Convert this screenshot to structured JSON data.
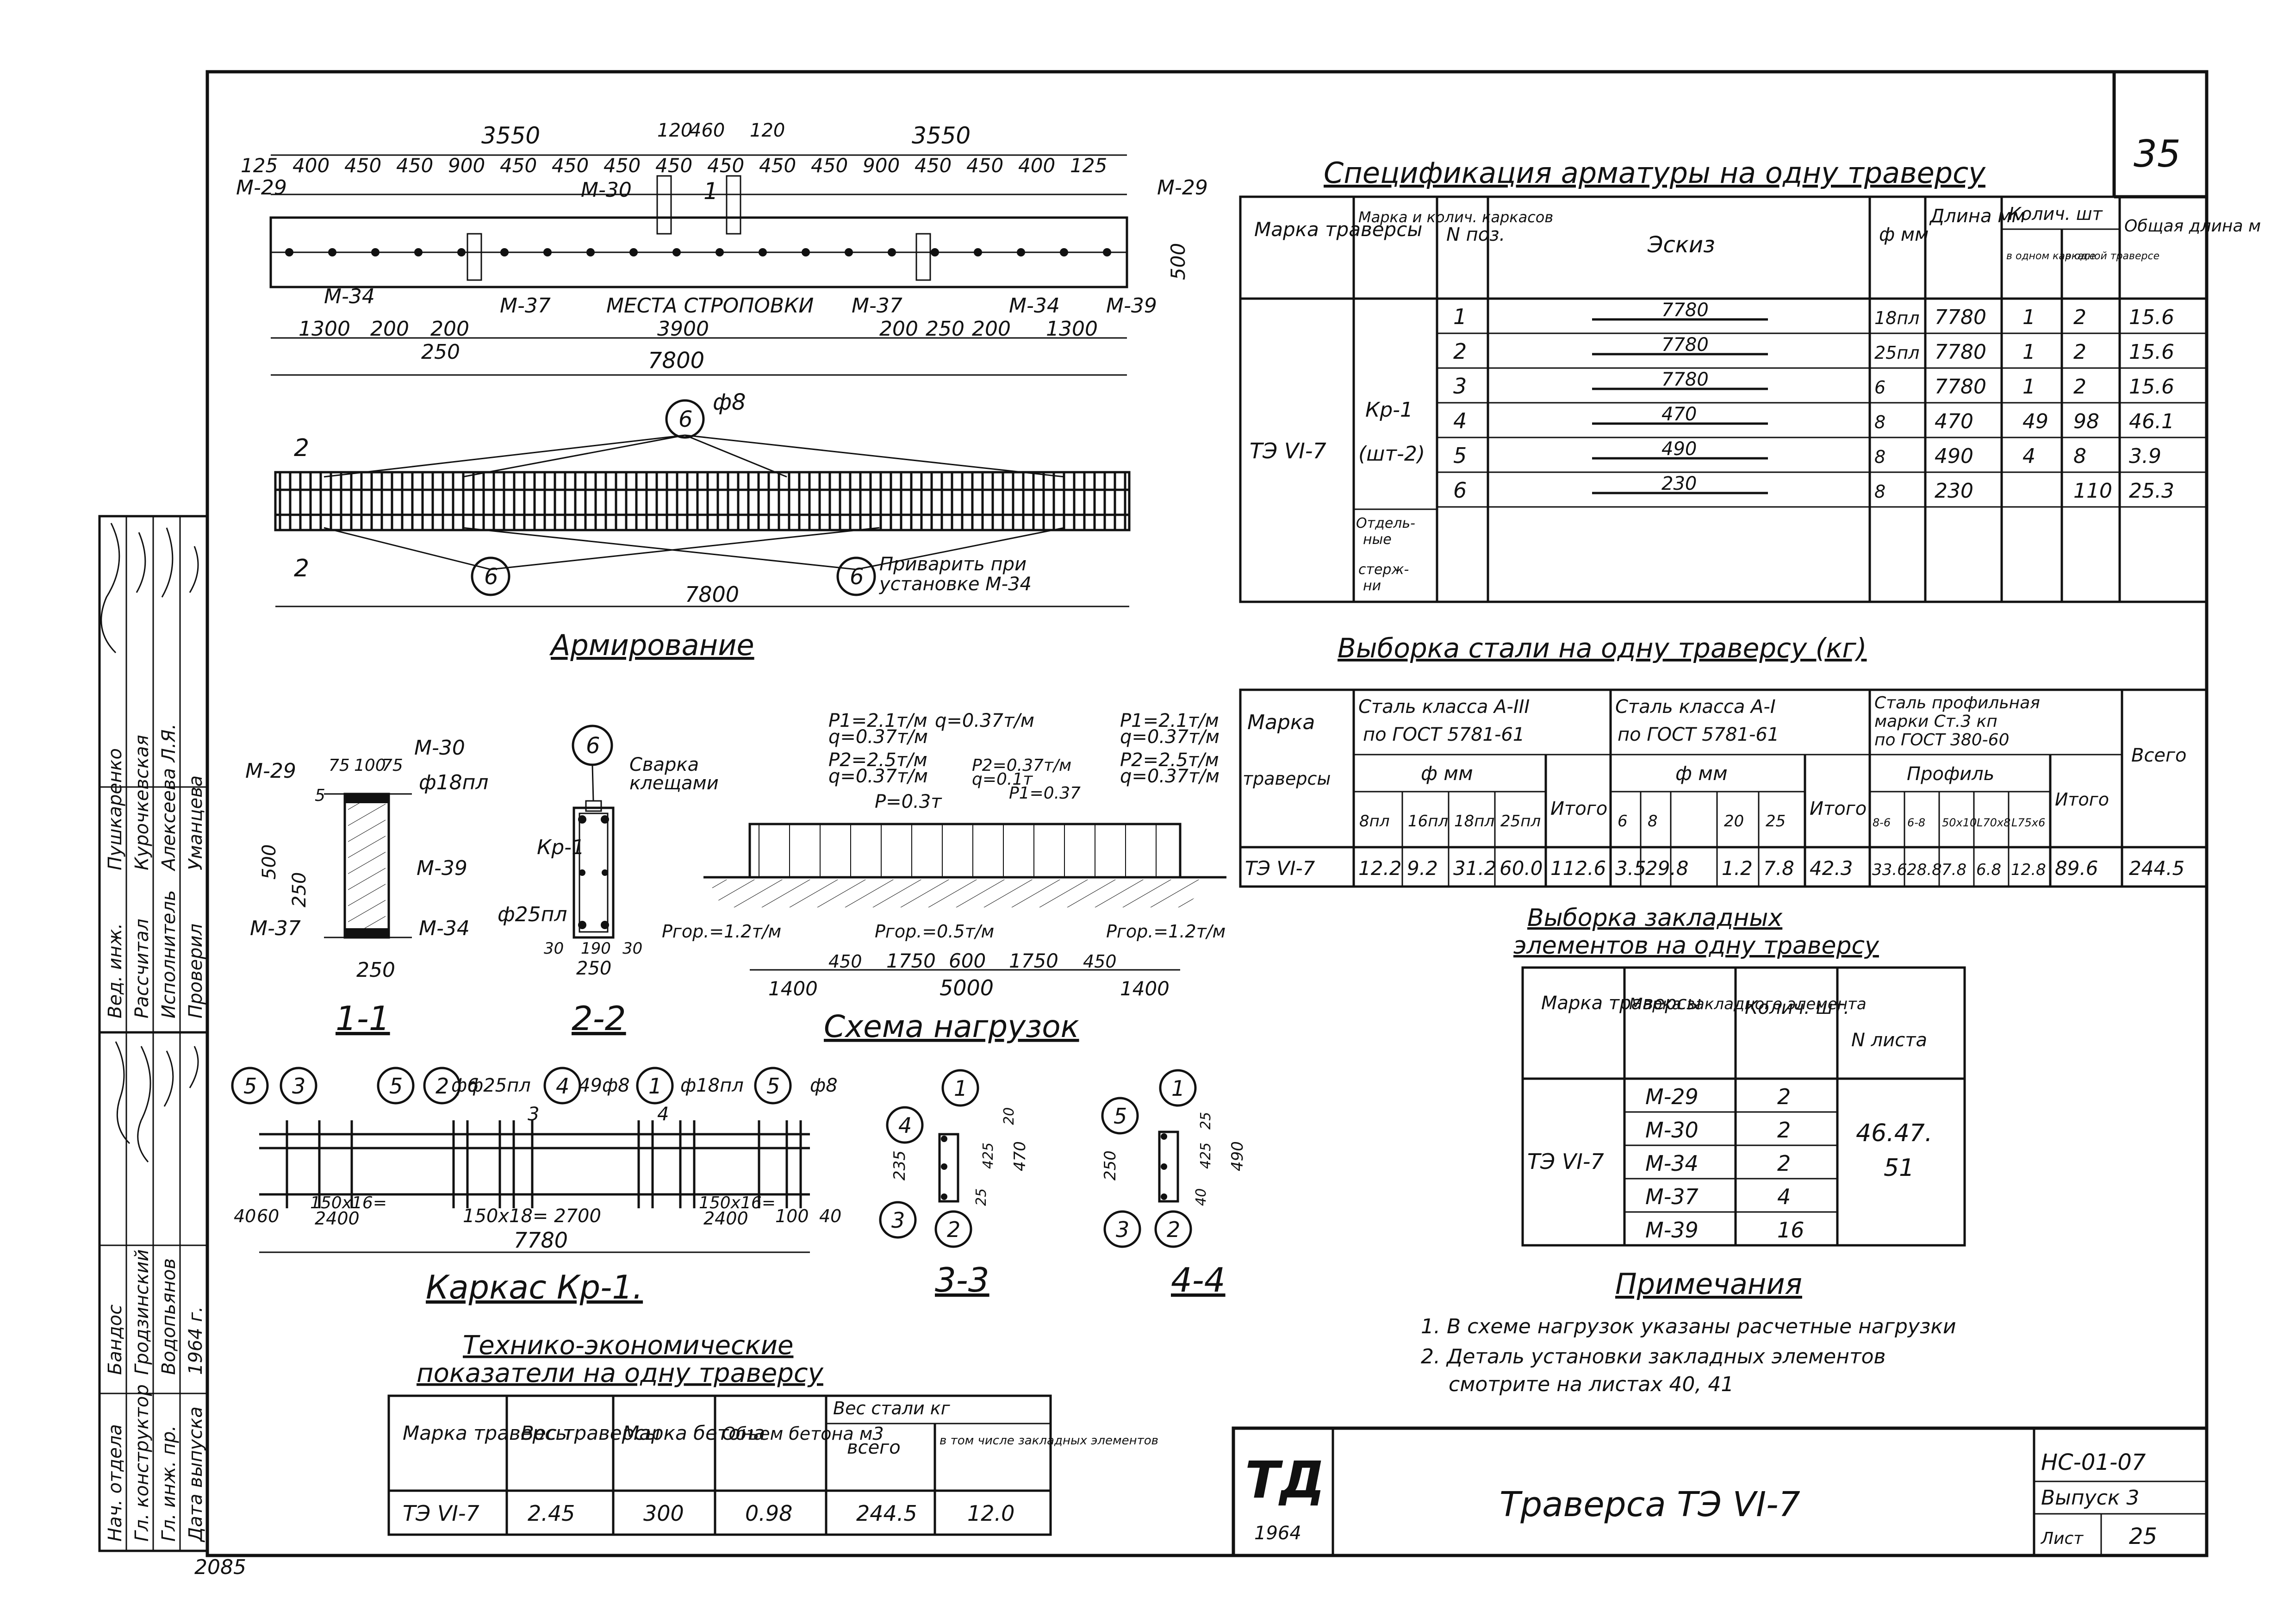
{
  "sheet_number": "35",
  "left_stamp": {
    "rows": [
      {
        "role": "Нач. отдела",
        "name": "Бандос"
      },
      {
        "role": "Гл. конструктор",
        "name": "Гродзинский"
      },
      {
        "role": "Гл. инж. пр.",
        "name": "Водопьянов"
      },
      {
        "role": "Дата выпуска",
        "name": "1964 г."
      },
      {
        "role": "Вед. инж.",
        "name": "Пушкаренко"
      },
      {
        "role": "Рассчитал",
        "name": "Курочкевская"
      },
      {
        "role": "Исполнитель",
        "name": "Алексеева Л.Я."
      },
      {
        "role": "Проверил",
        "name": "Уманцева"
      }
    ],
    "page_code": "2085"
  },
  "plan_view": {
    "dims_top_left": "3550",
    "dims_top_mid": [
      "120",
      "460",
      "120"
    ],
    "dims_top_right": "3550",
    "dims_row": [
      "125",
      "400",
      "450",
      "450",
      "900",
      "450",
      "450",
      "450",
      "450",
      "450",
      "450",
      "450",
      "900",
      "450",
      "450",
      "400",
      "125"
    ],
    "labels": [
      "М-29",
      "М-30",
      "М-29",
      "М-34",
      "М-37",
      "МЕСТА СТРОПОВКИ",
      "М-37",
      "М-34",
      "М-39"
    ],
    "section_mark": "1",
    "bottom_dims": [
      "1300",
      "200",
      "200",
      "250",
      "3900",
      "200",
      "250",
      "200",
      "1300"
    ],
    "height_dim": "500",
    "total": "7800"
  },
  "reinforcement": {
    "title": "Армирование",
    "bar_label": "ф8",
    "pos_6": "6",
    "note": [
      "Приварить при",
      "установке М-34"
    ],
    "section_mark": "2",
    "total": "7800"
  },
  "section_1_1": {
    "label": "1-1",
    "marks": [
      "М-29",
      "М-30",
      "М-39",
      "М-37",
      "М-34"
    ],
    "bars": [
      "ф18пл",
      "ф25пл"
    ],
    "dims": [
      "75",
      "100",
      "75",
      "5",
      "500",
      "250",
      "250"
    ]
  },
  "section_2_2": {
    "label": "2-2",
    "pos": "6",
    "marks": [
      "Кр-1"
    ],
    "weld": [
      "Сварка",
      "клещами"
    ],
    "dims": [
      "30",
      "190",
      "30",
      "250"
    ]
  },
  "load_scheme": {
    "title": "Схема нагрузок",
    "loads": [
      "P1=2.1т/м",
      "q=0.37т/м",
      "P2=2.5т/м",
      "q=0.37т/м",
      "P=0.3т",
      "q=0.37т/м",
      "P2=0.37т/м",
      "q=0.1т",
      "P1=0.37",
      "P1=2.1т/м",
      "q=0.37т/м",
      "P2=2.5т/м",
      "q=0.37т/м"
    ],
    "horizontal": [
      "Pгор.=1.2т/м",
      "Pгор.=0.5т/м",
      "Pгор.=1.2т/м"
    ],
    "dims": [
      "1400",
      "450",
      "1750",
      "600",
      "1750",
      "450",
      "1400"
    ],
    "total": "5000"
  },
  "frame": {
    "title": "Каркас Кр-1.",
    "callouts": [
      "5",
      "3",
      "ф6",
      "5",
      "2",
      "ф25пл",
      "4",
      "49ф8",
      "1",
      "ф18пл",
      "5",
      "ф8"
    ],
    "dims": [
      "40",
      "60",
      "150x16=",
      "2400",
      "150x18= 2700",
      "150x16=",
      "2400",
      "100",
      "40"
    ],
    "section_marks": [
      "3",
      "4"
    ],
    "total": "7780"
  },
  "section_3_3": {
    "label": "3-3",
    "pos": [
      "4",
      "1",
      "3",
      "2"
    ],
    "dims": [
      "235",
      "20",
      "425",
      "470",
      "25"
    ]
  },
  "section_4_4": {
    "label": "4-4",
    "pos": [
      "5",
      "1",
      "3",
      "2"
    ],
    "dims": [
      "250",
      "25",
      "425",
      "490",
      "40"
    ]
  },
  "tech_table": {
    "title": [
      "Технико-экономические",
      "показатели на одну траверсу"
    ],
    "headers": [
      "Марка траверсы",
      "Вес траверсы",
      "Марка бетона",
      "Объем бетона м3",
      "Вес стали кг",
      "всего",
      "в том числе закладных элементов"
    ],
    "row": [
      "ТЭ VI-7",
      "2.45",
      "300",
      "0.98",
      "244.5",
      "12.0"
    ]
  },
  "spec_table": {
    "title": "Спецификация арматуры на одну траверсу",
    "headers": [
      "Марка траверсы",
      "Марка и колич. каркасов",
      "N поз.",
      "Эскиз",
      "ф мм",
      "Длина мм",
      "Колич. шт",
      "в одном каркасе",
      "в одной траверсе",
      "Общая длина м"
    ],
    "brand": "ТЭ VI-7",
    "group1": [
      "Кр-1",
      "(шт-2)"
    ],
    "group2": [
      "Отдель-",
      "ные",
      "стерж-",
      "ни"
    ],
    "rows": [
      {
        "pos": "1",
        "sketch": "7780",
        "dia": "18пл",
        "len": "7780",
        "n1": "1",
        "n2": "2",
        "total": "15.6"
      },
      {
        "pos": "2",
        "sketch": "7780",
        "dia": "25пл",
        "len": "7780",
        "n1": "1",
        "n2": "2",
        "total": "15.6"
      },
      {
        "pos": "3",
        "sketch": "7780",
        "dia": "6",
        "len": "7780",
        "n1": "1",
        "n2": "2",
        "total": "15.6"
      },
      {
        "pos": "4",
        "sketch": "470",
        "dia": "8",
        "len": "470",
        "n1": "49",
        "n2": "98",
        "total": "46.1"
      },
      {
        "pos": "5",
        "sketch": "490",
        "dia": "8",
        "len": "490",
        "n1": "4",
        "n2": "8",
        "total": "3.9"
      },
      {
        "pos": "6",
        "sketch": "230",
        "dia": "8",
        "len": "230",
        "n1": "",
        "n2": "110",
        "total": "25.3"
      }
    ]
  },
  "steel_table": {
    "title": "Выборка стали на одну траверсу (кг)",
    "headers": {
      "brand": [
        "Марка",
        "траверсы"
      ],
      "a3": [
        "Сталь класса А-III",
        "по ГОСТ 5781-61"
      ],
      "a1": [
        "Сталь класса А-I",
        "по ГОСТ 5781-61"
      ],
      "prof": [
        "Сталь профильная",
        "марки Ст.3 кп",
        "по ГОСТ 380-60"
      ],
      "total": "Всего",
      "dia": "ф мм",
      "profile": "Профиль",
      "itogo": "Итого",
      "a3_sub": [
        "8пл",
        "16пл",
        "18пл",
        "25пл"
      ],
      "a1_sub": [
        "6",
        "8",
        "",
        "20",
        "25"
      ],
      "prof_sub": [
        "8-6",
        "6-8",
        "50х10",
        "L70х8",
        "L75х6"
      ]
    },
    "row": [
      "ТЭ VI-7",
      "12.2",
      "9.2",
      "31.2",
      "60.0",
      "112.6",
      "3.5",
      "29.8",
      "",
      "1.2",
      "7.8",
      "42.3",
      "33.6",
      "28.8",
      "7.8",
      "6.8",
      "12.8",
      "89.6",
      "244.5"
    ]
  },
  "embed_table": {
    "title": [
      "Выборка закладных",
      "элементов на одну траверсу"
    ],
    "headers": [
      "Марка траверсы",
      "Марка закладного элемента",
      "Колич. шт.",
      "N листа"
    ],
    "brand": "ТЭ VI-7",
    "rows": [
      {
        "mark": "М-29",
        "qty": "2"
      },
      {
        "mark": "М-30",
        "qty": "2"
      },
      {
        "mark": "М-34",
        "qty": "2"
      },
      {
        "mark": "М-37",
        "qty": "4"
      },
      {
        "mark": "М-39",
        "qty": "16"
      }
    ],
    "sheets": [
      "46.47.",
      "51"
    ]
  },
  "notes": {
    "title": "Примечания",
    "items": [
      "1. В схеме нагрузок указаны расчетные нагрузки",
      "2. Деталь установки закладных элементов",
      "смотрите на листах 40, 41"
    ]
  },
  "title_block": {
    "logo": "ТД",
    "year": "1964",
    "name": "Траверса ТЭ VI-7",
    "code": "НС-01-07",
    "issue": "Выпуск 3",
    "sheet_label": "Лист",
    "sheet": "25"
  }
}
